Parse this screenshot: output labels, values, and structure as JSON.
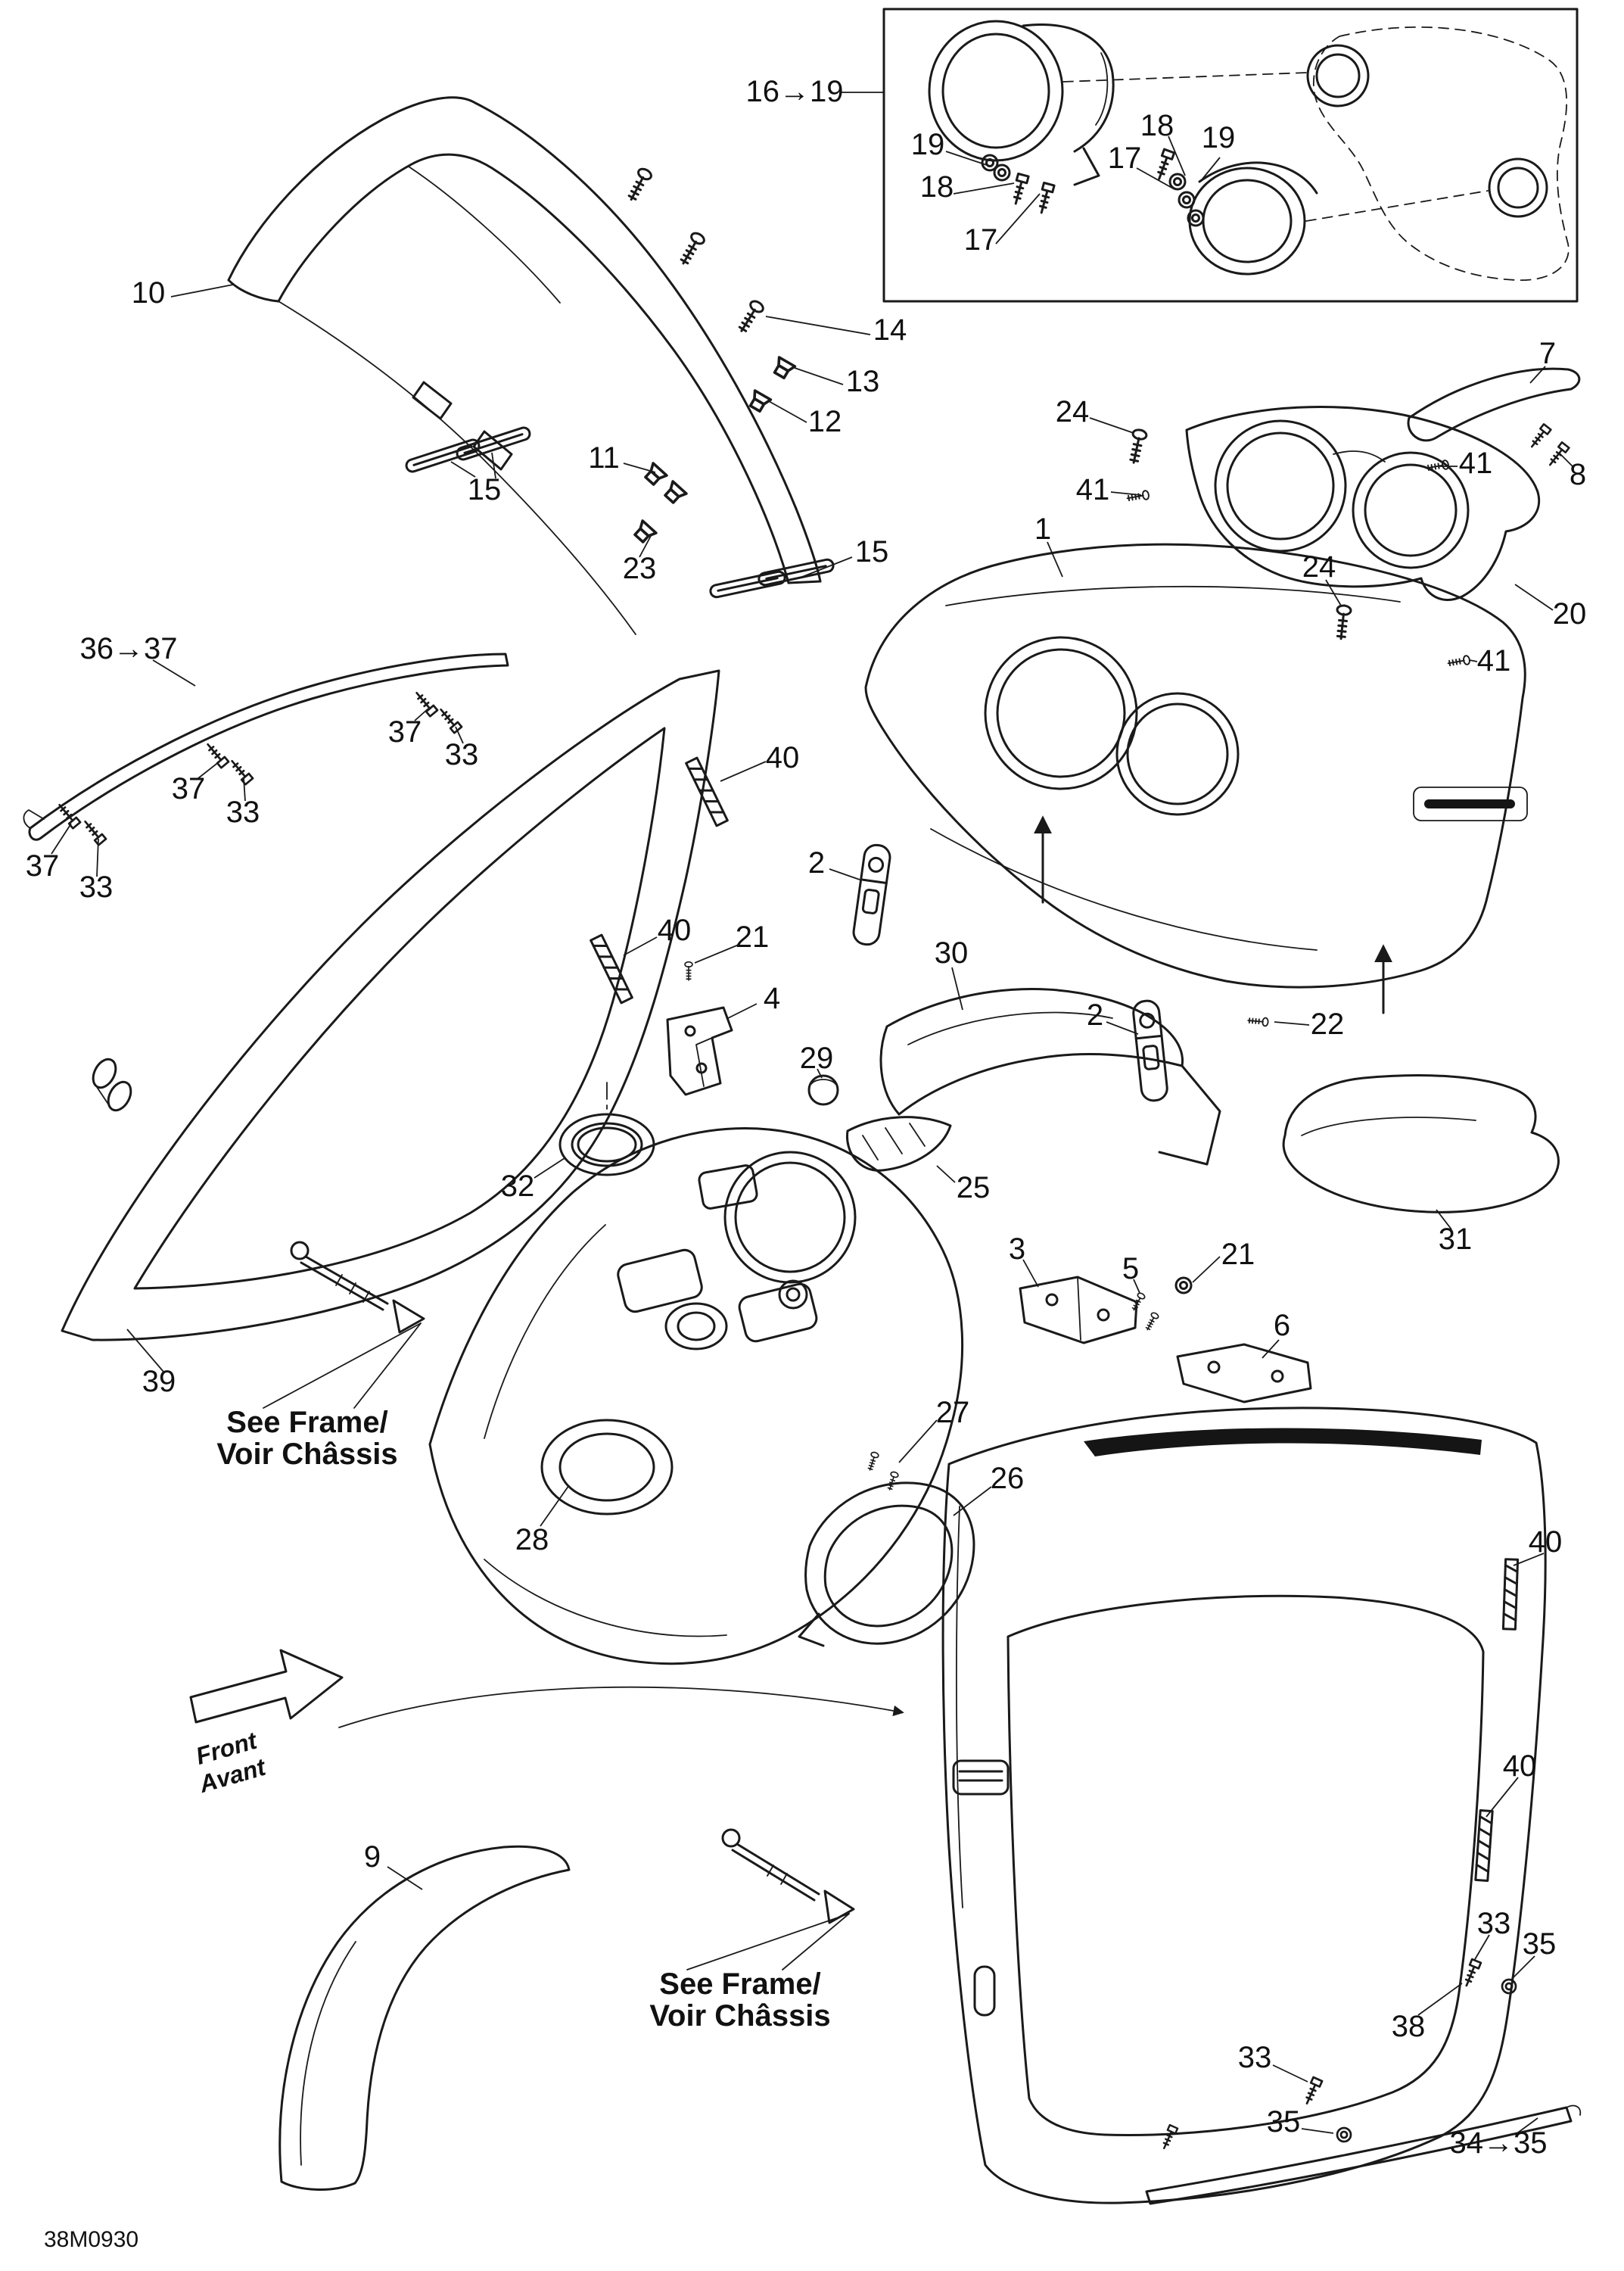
{
  "colors": {
    "line": "#1a1a1a",
    "background": "#ffffff"
  },
  "notes": {
    "see_frame_line1": "See Frame/",
    "see_frame_line2": "Voir Châssis",
    "front": "Front",
    "avant": "Avant",
    "doc_code": "38M0930"
  },
  "callouts": [
    {
      "id": "c16-19",
      "text": "16→19"
    },
    {
      "id": "c19-a",
      "text": "19"
    },
    {
      "id": "c18-a",
      "text": "18"
    },
    {
      "id": "c17-a",
      "text": "17"
    },
    {
      "id": "c17-b",
      "text": "17"
    },
    {
      "id": "c18-b",
      "text": "18"
    },
    {
      "id": "c19-b",
      "text": "19"
    },
    {
      "id": "c10",
      "text": "10"
    },
    {
      "id": "c14",
      "text": "14"
    },
    {
      "id": "c13",
      "text": "13"
    },
    {
      "id": "c12",
      "text": "12"
    },
    {
      "id": "c11",
      "text": "11"
    },
    {
      "id": "c15-a",
      "text": "15"
    },
    {
      "id": "c23",
      "text": "23"
    },
    {
      "id": "c15-b",
      "text": "15"
    },
    {
      "id": "c7",
      "text": "7"
    },
    {
      "id": "c24-a",
      "text": "24"
    },
    {
      "id": "c41-a",
      "text": "41"
    },
    {
      "id": "c41-b",
      "text": "41"
    },
    {
      "id": "c8",
      "text": "8"
    },
    {
      "id": "c1",
      "text": "1"
    },
    {
      "id": "c24-b",
      "text": "24"
    },
    {
      "id": "c20",
      "text": "20"
    },
    {
      "id": "c41-c",
      "text": "41"
    },
    {
      "id": "c36-37",
      "text": "36→37"
    },
    {
      "id": "c37-a",
      "text": "37"
    },
    {
      "id": "c33-a",
      "text": "33"
    },
    {
      "id": "c37-b",
      "text": "37"
    },
    {
      "id": "c33-b",
      "text": "33"
    },
    {
      "id": "c37-c",
      "text": "37"
    },
    {
      "id": "c33-c",
      "text": "33"
    },
    {
      "id": "c40-a",
      "text": "40"
    },
    {
      "id": "c2-a",
      "text": "2"
    },
    {
      "id": "c40-b",
      "text": "40"
    },
    {
      "id": "c21-a",
      "text": "21"
    },
    {
      "id": "c4",
      "text": "4"
    },
    {
      "id": "c30",
      "text": "30"
    },
    {
      "id": "c2-b",
      "text": "2"
    },
    {
      "id": "c22",
      "text": "22"
    },
    {
      "id": "c29",
      "text": "29"
    },
    {
      "id": "c32",
      "text": "32"
    },
    {
      "id": "c25",
      "text": "25"
    },
    {
      "id": "c31",
      "text": "31"
    },
    {
      "id": "c3",
      "text": "3"
    },
    {
      "id": "c5",
      "text": "5"
    },
    {
      "id": "c21-b",
      "text": "21"
    },
    {
      "id": "c6",
      "text": "6"
    },
    {
      "id": "c27",
      "text": "27"
    },
    {
      "id": "c26",
      "text": "26"
    },
    {
      "id": "c28",
      "text": "28"
    },
    {
      "id": "c39",
      "text": "39"
    },
    {
      "id": "c40-c",
      "text": "40"
    },
    {
      "id": "c9",
      "text": "9"
    },
    {
      "id": "c40-d",
      "text": "40"
    },
    {
      "id": "c33-d",
      "text": "33"
    },
    {
      "id": "c35-a",
      "text": "35"
    },
    {
      "id": "c38",
      "text": "38"
    },
    {
      "id": "c33-e",
      "text": "33"
    },
    {
      "id": "c35-b",
      "text": "35"
    },
    {
      "id": "c34-35",
      "text": "34→35"
    }
  ]
}
